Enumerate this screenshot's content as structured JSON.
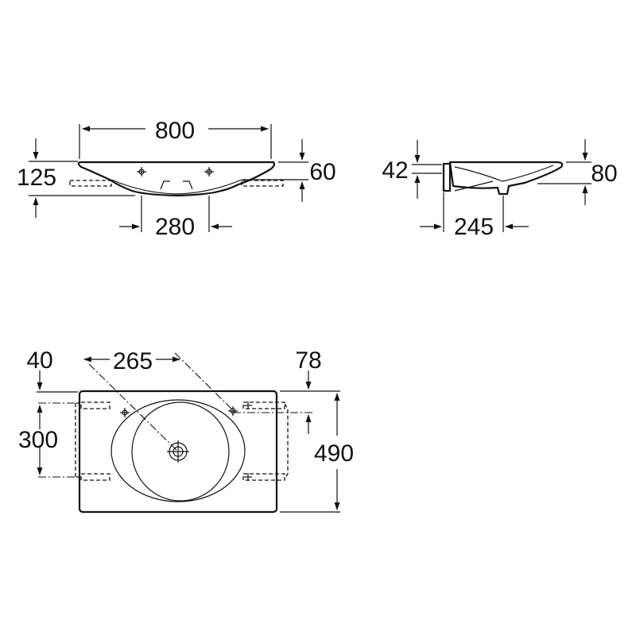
{
  "drawing": {
    "front_view": {
      "width_label": "800",
      "height_label": "125",
      "depth_label": "60",
      "hole_spacing_label": "280"
    },
    "side_view": {
      "left_height_label": "42",
      "right_height_label": "80",
      "depth_label": "245"
    },
    "top_view": {
      "top_offset_label": "40",
      "diagonal_label": "265",
      "right_offset_label": "78",
      "bracket_spacing_label": "300",
      "overall_depth_label": "490"
    }
  }
}
